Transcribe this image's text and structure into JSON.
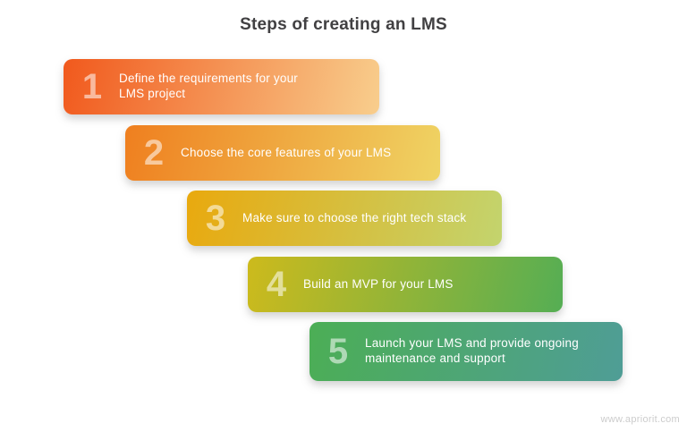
{
  "title": "Steps of creating an LMS",
  "steps": [
    {
      "number": "1",
      "label": "Define the requirements for your\nLMS project",
      "gradient_start": "#F1591D",
      "gradient_end": "#F8CE8D"
    },
    {
      "number": "2",
      "label": "Choose the core features of your LMS",
      "gradient_start": "#EF7F1F",
      "gradient_end": "#EFD464"
    },
    {
      "number": "3",
      "label": "Make sure to choose the right tech stack",
      "gradient_start": "#E9A90E",
      "gradient_end": "#C3D46E"
    },
    {
      "number": "4",
      "label": "Build an MVP for your LMS",
      "gradient_start": "#CDBA1C",
      "gradient_end": "#55AE54"
    },
    {
      "number": "5",
      "label": "Launch your LMS and provide ongoing\nmaintenance and support",
      "gradient_start": "#4CAE55",
      "gradient_end": "#4F9D96"
    }
  ],
  "footer": {
    "url": "www.apriorit.com"
  },
  "colors": {
    "title_text": "#414042",
    "step_text": "#FFFFFF",
    "watermark_text": "#CCCCCC",
    "background": "#FFFFFF"
  }
}
